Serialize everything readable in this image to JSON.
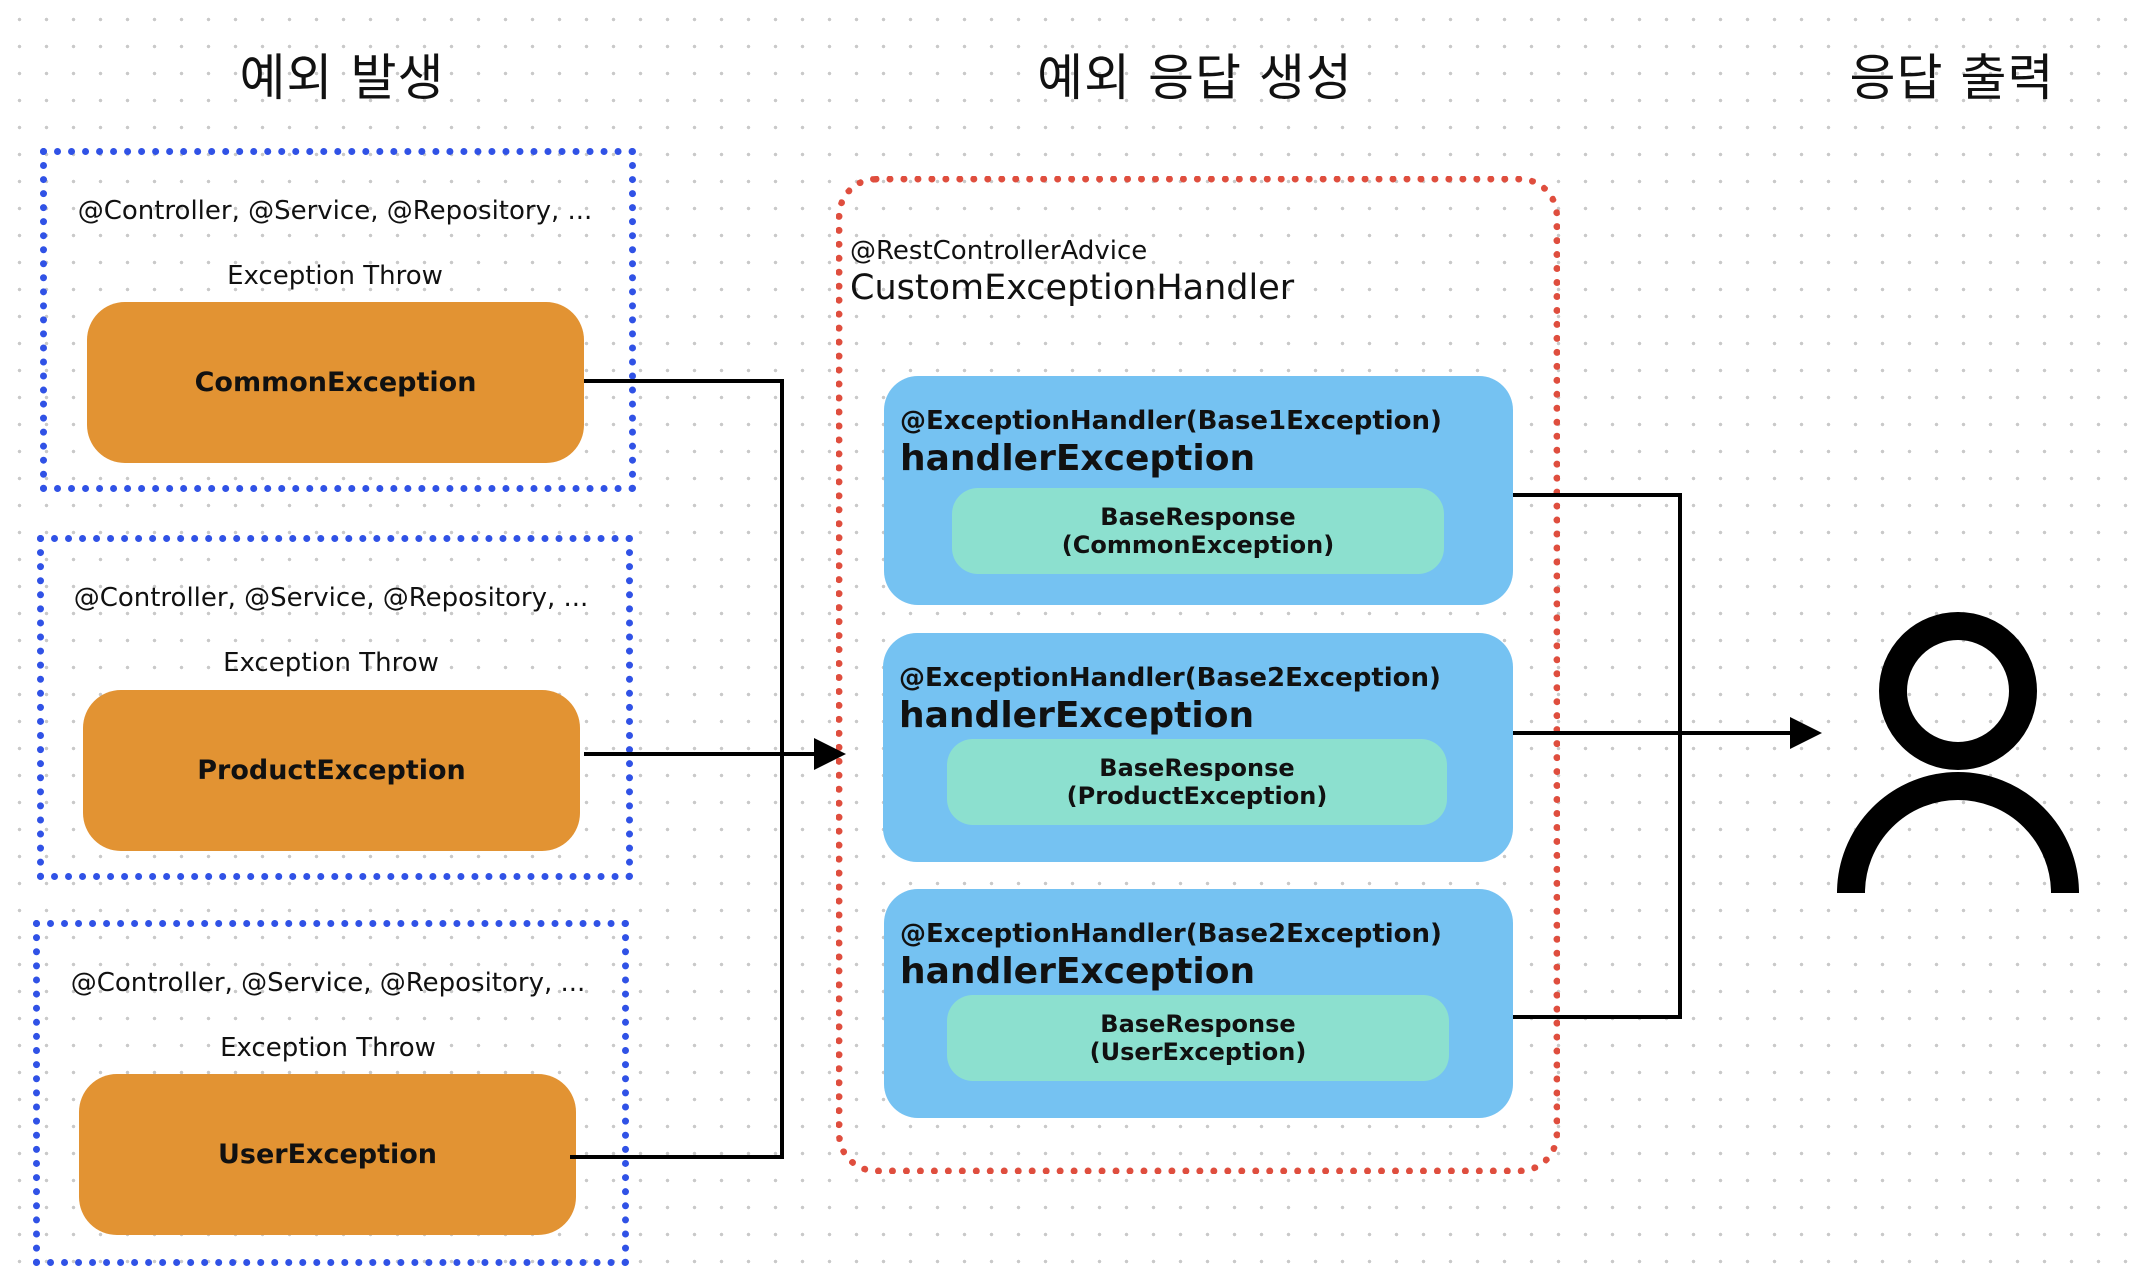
{
  "headings": {
    "occur": "예외 발생",
    "generate": "예외 응답 생성",
    "output": "응답 출력"
  },
  "sources": [
    {
      "annotation": "@Controller, @Service, @Repository, ...",
      "action": "Exception Throw",
      "exception": "CommonException"
    },
    {
      "annotation": "@Controller, @Service, @Repository, ...",
      "action": "Exception Throw",
      "exception": "ProductException"
    },
    {
      "annotation": "@Controller, @Service, @Repository, ...",
      "action": "Exception Throw",
      "exception": "UserException"
    }
  ],
  "advice": {
    "annotation": "@RestControllerAdvice",
    "name": "CustomExceptionHandler"
  },
  "handlers": [
    {
      "annotation": "@ExceptionHandler(Base1Exception)",
      "method": "handlerException",
      "response_line1": "BaseResponse",
      "response_line2": "(CommonException)"
    },
    {
      "annotation": "@ExceptionHandler(Base2Exception)",
      "method": "handlerException",
      "response_line1": "BaseResponse",
      "response_line2": "(ProductException)"
    },
    {
      "annotation": "@ExceptionHandler(Base2Exception)",
      "method": "handlerException",
      "response_line1": "BaseResponse",
      "response_line2": "(UserException)"
    }
  ],
  "colors": {
    "service_border": "#3052e6",
    "exception_fill": "#e29333",
    "advice_border": "#df4e3e",
    "handler_fill": "#75c2f2",
    "response_fill": "#8ce0cf"
  },
  "icons": {
    "client": "user-icon"
  }
}
